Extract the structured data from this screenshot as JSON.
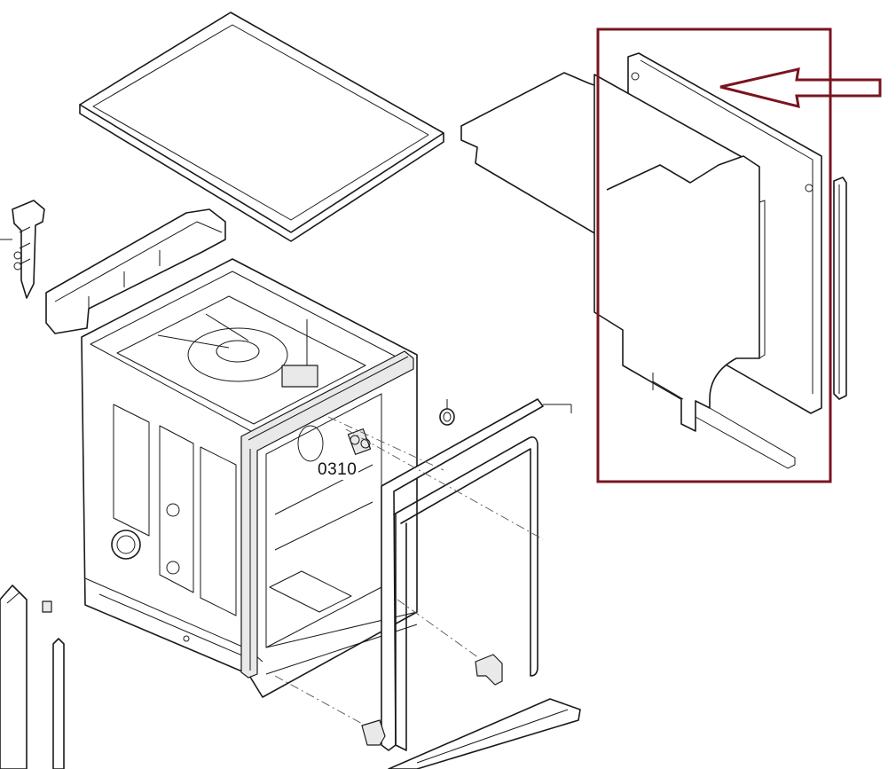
{
  "diagram": {
    "part_labels": [
      {
        "id": "part-0310",
        "text": "0310"
      }
    ],
    "highlight": {
      "color": "#7a1420",
      "target": "side-panel"
    }
  }
}
